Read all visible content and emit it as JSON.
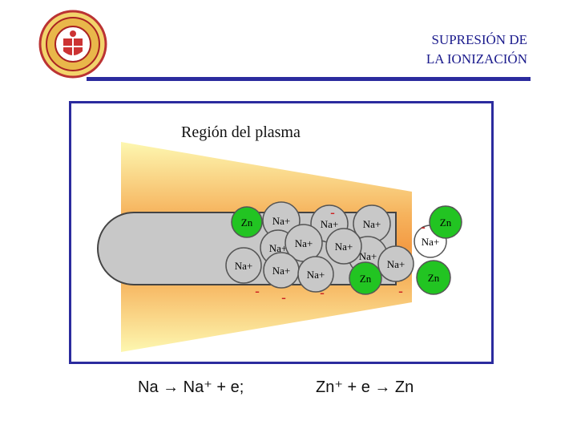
{
  "header": {
    "title_line1": "SUPRESIÓN DE",
    "title_line2": "LA IONIZACIÓN",
    "logo_icon": "university-seal-icon"
  },
  "diagram": {
    "region_label": "Región del plasma",
    "ions": [
      "Na+",
      "Na+",
      "Na+",
      "Na+",
      "Na+",
      "Na+",
      "Na+",
      "Na+",
      "Na+",
      "Na+",
      "Na+",
      "Na+"
    ],
    "atoms": [
      "Zn",
      "Zn",
      "Zn",
      "Zn"
    ],
    "electron_symbol": "-",
    "colors": {
      "plasma_outer": "#fdf7b0",
      "plasma_inner": "#f6b25c",
      "beam": "#c8c8c8",
      "zn_fill": "#22c422",
      "na_outline": "#666666"
    }
  },
  "equations": {
    "eq1": "Na → Na⁺ + e;",
    "eq2": "Zn⁺ + e → Zn"
  }
}
